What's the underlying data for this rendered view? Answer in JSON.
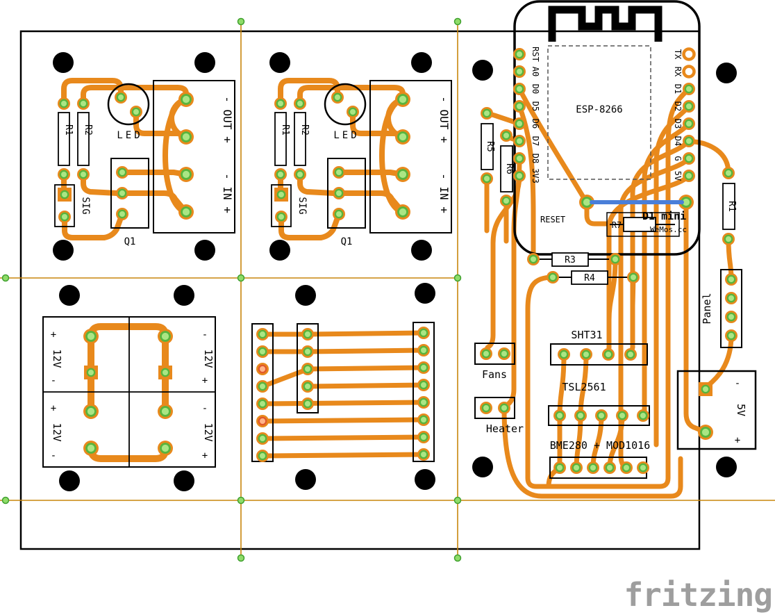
{
  "app": {
    "watermark": "fritzing"
  },
  "mosfet_module": {
    "r1": "R1",
    "r2": "R2",
    "led": "LED",
    "sig": "SIG",
    "q1": "Q1",
    "out_terminal": "- OUT +",
    "in_terminal": "- IN +"
  },
  "power_block": {
    "label": "12V",
    "plus": "+",
    "minus": "-"
  },
  "esp_module": {
    "chip": "ESP-8266",
    "board": "D1 mini",
    "vendor": "WeMos.cc",
    "reset_label": "RESET",
    "left_pins": [
      "RST",
      "A0",
      "D0",
      "D5",
      "D6",
      "D7",
      "D8",
      "3V3"
    ],
    "right_pins": [
      "TX",
      "RX",
      "D1",
      "D2",
      "D3",
      "D4",
      "G",
      "5V"
    ]
  },
  "resistors": {
    "r3": "R3",
    "r4": "R4",
    "r5": "R5",
    "r6": "R6",
    "r7": "R7",
    "r1_panel": "R1"
  },
  "peripherals": {
    "sht31": "SHT31",
    "tsl2561": "TSL2561",
    "bme280": "BME280 + MOD1016",
    "fans": "Fans",
    "heater": "Heater",
    "panel": "Panel",
    "psu_label": "5V",
    "psu_plus": "+",
    "psu_minus": "-"
  },
  "colors": {
    "copper": "#e8891c",
    "pad": "#aae684",
    "wire": "#4a7fd9",
    "silkscreen": "#000000",
    "watermark": "#9e9e9e"
  }
}
